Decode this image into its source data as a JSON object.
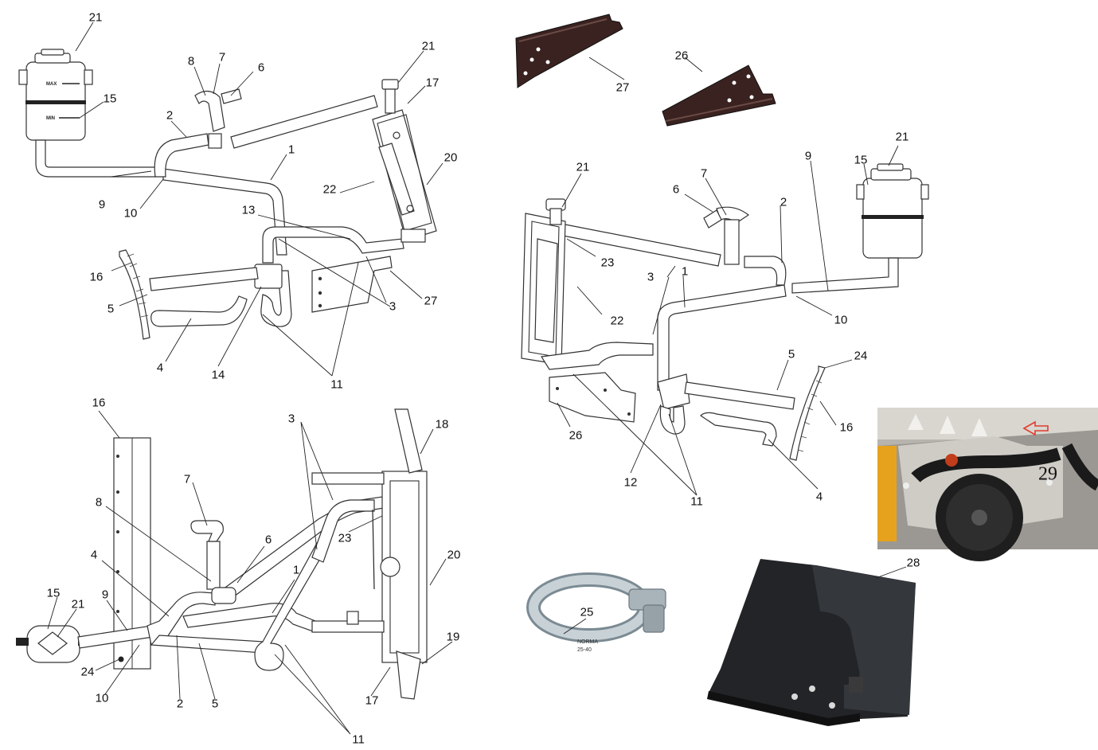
{
  "callouts": {
    "c1_21": "21",
    "c1_8": "8",
    "c1_7": "7",
    "c1_6": "6",
    "c1_15": "15",
    "c1_2": "2",
    "c1_21b": "21",
    "c1_17": "17",
    "c1_20": "20",
    "c1_9": "9",
    "c1_10": "10",
    "c1_1": "1",
    "c1_22": "22",
    "c1_13": "13",
    "c1_16": "16",
    "c1_5": "5",
    "c1_3": "3",
    "c1_27": "27",
    "c1_4": "4",
    "c1_14": "14",
    "c1_11": "11",
    "b27_27": "27",
    "b26_26": "26",
    "c2_21": "21",
    "c2_15": "15",
    "c2_9": "9",
    "c2_21b": "21",
    "c2_7": "7",
    "c2_6": "6",
    "c2_2": "2",
    "c2_23": "23",
    "c2_3": "3",
    "c2_1": "1",
    "c2_22": "22",
    "c2_10": "10",
    "c2_5": "5",
    "c2_24": "24",
    "c2_16": "16",
    "c2_26": "26",
    "c2_12": "12",
    "c2_11": "11",
    "c2_4": "4",
    "c3_16": "16",
    "c3_3": "3",
    "c3_18": "18",
    "c3_7": "7",
    "c3_8": "8",
    "c3_6": "6",
    "c3_1": "1",
    "c3_23": "23",
    "c3_20": "20",
    "c3_4": "4",
    "c3_15": "15",
    "c3_21": "21",
    "c3_9": "9",
    "c3_19": "19",
    "c3_24": "24",
    "c3_10": "10",
    "c3_2": "2",
    "c3_5": "5",
    "c3_17": "17",
    "c3_11": "11",
    "p25": "25",
    "p28": "28",
    "p29": "29"
  },
  "tank_marks": {
    "max": "MAX",
    "min": "MIN"
  },
  "clamp_text": {
    "brand": "NORMA",
    "range": "25-40"
  }
}
